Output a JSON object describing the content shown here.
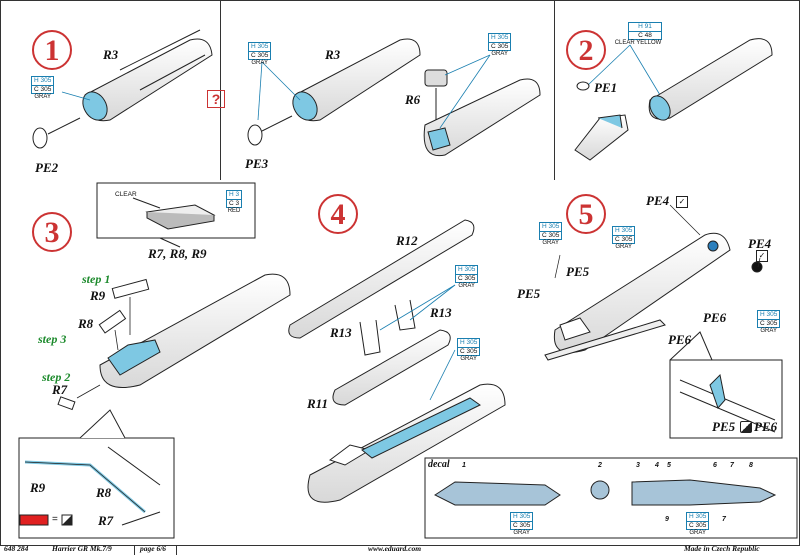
{
  "steps": {
    "s1": "1",
    "s2": "2",
    "s3": "3",
    "s4": "4",
    "s5": "5"
  },
  "question_mark": "?",
  "labels": {
    "r3_a": "R3",
    "pe2": "PE2",
    "r3_b": "R3",
    "pe3": "PE3",
    "r6": "R6",
    "pe1": "PE1",
    "r7r8r9": "R7, R8, R9",
    "r9_main": "R9",
    "r8_main": "R8",
    "r7_main": "R7",
    "r12": "R12",
    "r13_left": "R13",
    "r13_right": "R13",
    "r11": "R11",
    "pe4_top": "PE4",
    "pe4_right": "PE4",
    "pe5_a": "PE5",
    "pe5_b": "PE5",
    "pe6_a": "PE6",
    "pe6_b": "PE6",
    "pe5_inset": "PE5",
    "pe6_inset": "PE6",
    "r9_inset": "R9",
    "r8_inset": "R8",
    "r7_inset": "R7"
  },
  "step_labels": {
    "step1": "step 1",
    "step2": "step 2",
    "step3": "step 3"
  },
  "clear_callout": {
    "clear": "CLEAR",
    "h": "H 3",
    "c": "C 3",
    "color": "RED"
  },
  "paint_codes": {
    "p1": {
      "h": "H 305",
      "c": "C 305",
      "color": "GRAY"
    },
    "p1b": {
      "h": "H 305",
      "c": "C 305",
      "color": "GRAY"
    },
    "p2": {
      "h": "H 91",
      "c": "C 48",
      "color": "CLEAR YELLOW"
    },
    "p4": {
      "h": "H 305",
      "c": "C 305",
      "color": "GRAY"
    },
    "p4b": {
      "h": "H 305",
      "c": "C 305",
      "color": "GRAY"
    },
    "p5a": {
      "h": "H 305",
      "c": "C 305",
      "color": "GRAY"
    },
    "p5b": {
      "h": "H 305",
      "c": "C 305",
      "color": "GRAY"
    },
    "p5c": {
      "h": "H 305",
      "c": "C 305",
      "color": "GRAY"
    },
    "p5d": {
      "h": "H 305",
      "c": "C 305",
      "color": "GRAY"
    },
    "pd1": {
      "h": "H 305",
      "c": "C 305",
      "color": "GRAY"
    },
    "pd2": {
      "h": "H 305",
      "c": "C 305",
      "color": "GRAY"
    }
  },
  "legend_symbol_eq": "=",
  "decal": {
    "title": "decal",
    "numbers": [
      "1",
      "2",
      "3",
      "4",
      "5",
      "6",
      "7",
      "8",
      "9",
      "7"
    ]
  },
  "footer": {
    "code": "648 284",
    "name": "Harrier GR Mk.7/9",
    "page": "page 6/6",
    "site": "www.eduard.com",
    "made": "Made in Czech Republic"
  },
  "colors": {
    "accent_red": "#cc3333",
    "paint_blue": "#7ec8e3",
    "step_green": "#1c8a2c"
  }
}
